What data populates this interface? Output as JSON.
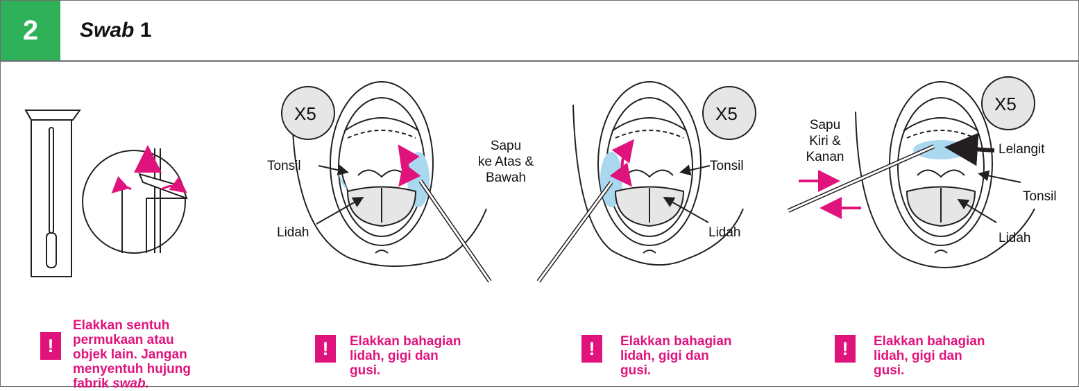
{
  "step": {
    "number": "2",
    "title_italic": "Swab",
    "title_rest": " 1"
  },
  "panels": [
    {
      "id": "swab-package"
    },
    {
      "id": "mouth-left",
      "count": "X5",
      "labels": {
        "tonsil": "Tonsil",
        "tongue": "Lidah"
      },
      "instruction": "Sapu\nke Atas &\nBawah"
    },
    {
      "id": "mouth-right",
      "count": "X5",
      "labels": {
        "tonsil": "Tonsil",
        "tongue": "Lidah"
      }
    },
    {
      "id": "mouth-palate",
      "count": "X5",
      "labels": {
        "palate": "Lelangit",
        "tonsil": "Tonsil",
        "tongue": "Lidah"
      },
      "instruction": "Sapu\nKiri &\nKanan"
    }
  ],
  "warnings": [
    {
      "icon": "!",
      "text_main": "Elakkan sentuh permukaan atau objek lain. Jangan menyentuh hujung fabrik ",
      "text_italic": "swab.",
      "text_end": ""
    },
    {
      "icon": "!",
      "text_main": "Elakkan bahagian lidah, gigi dan gusi."
    },
    {
      "icon": "!",
      "text_main": "Elakkan bahagian lidah, gigi dan gusi."
    },
    {
      "icon": "!",
      "text_main": "Elakkan bahagian lidah, gigi dan gusi."
    }
  ],
  "colors": {
    "accent_green": "#2fb15a",
    "accent_pink": "#e0137d",
    "swab_area_blue": "#a9d8ef",
    "tongue_gray": "#e6e6e6",
    "line": "#231f20"
  }
}
